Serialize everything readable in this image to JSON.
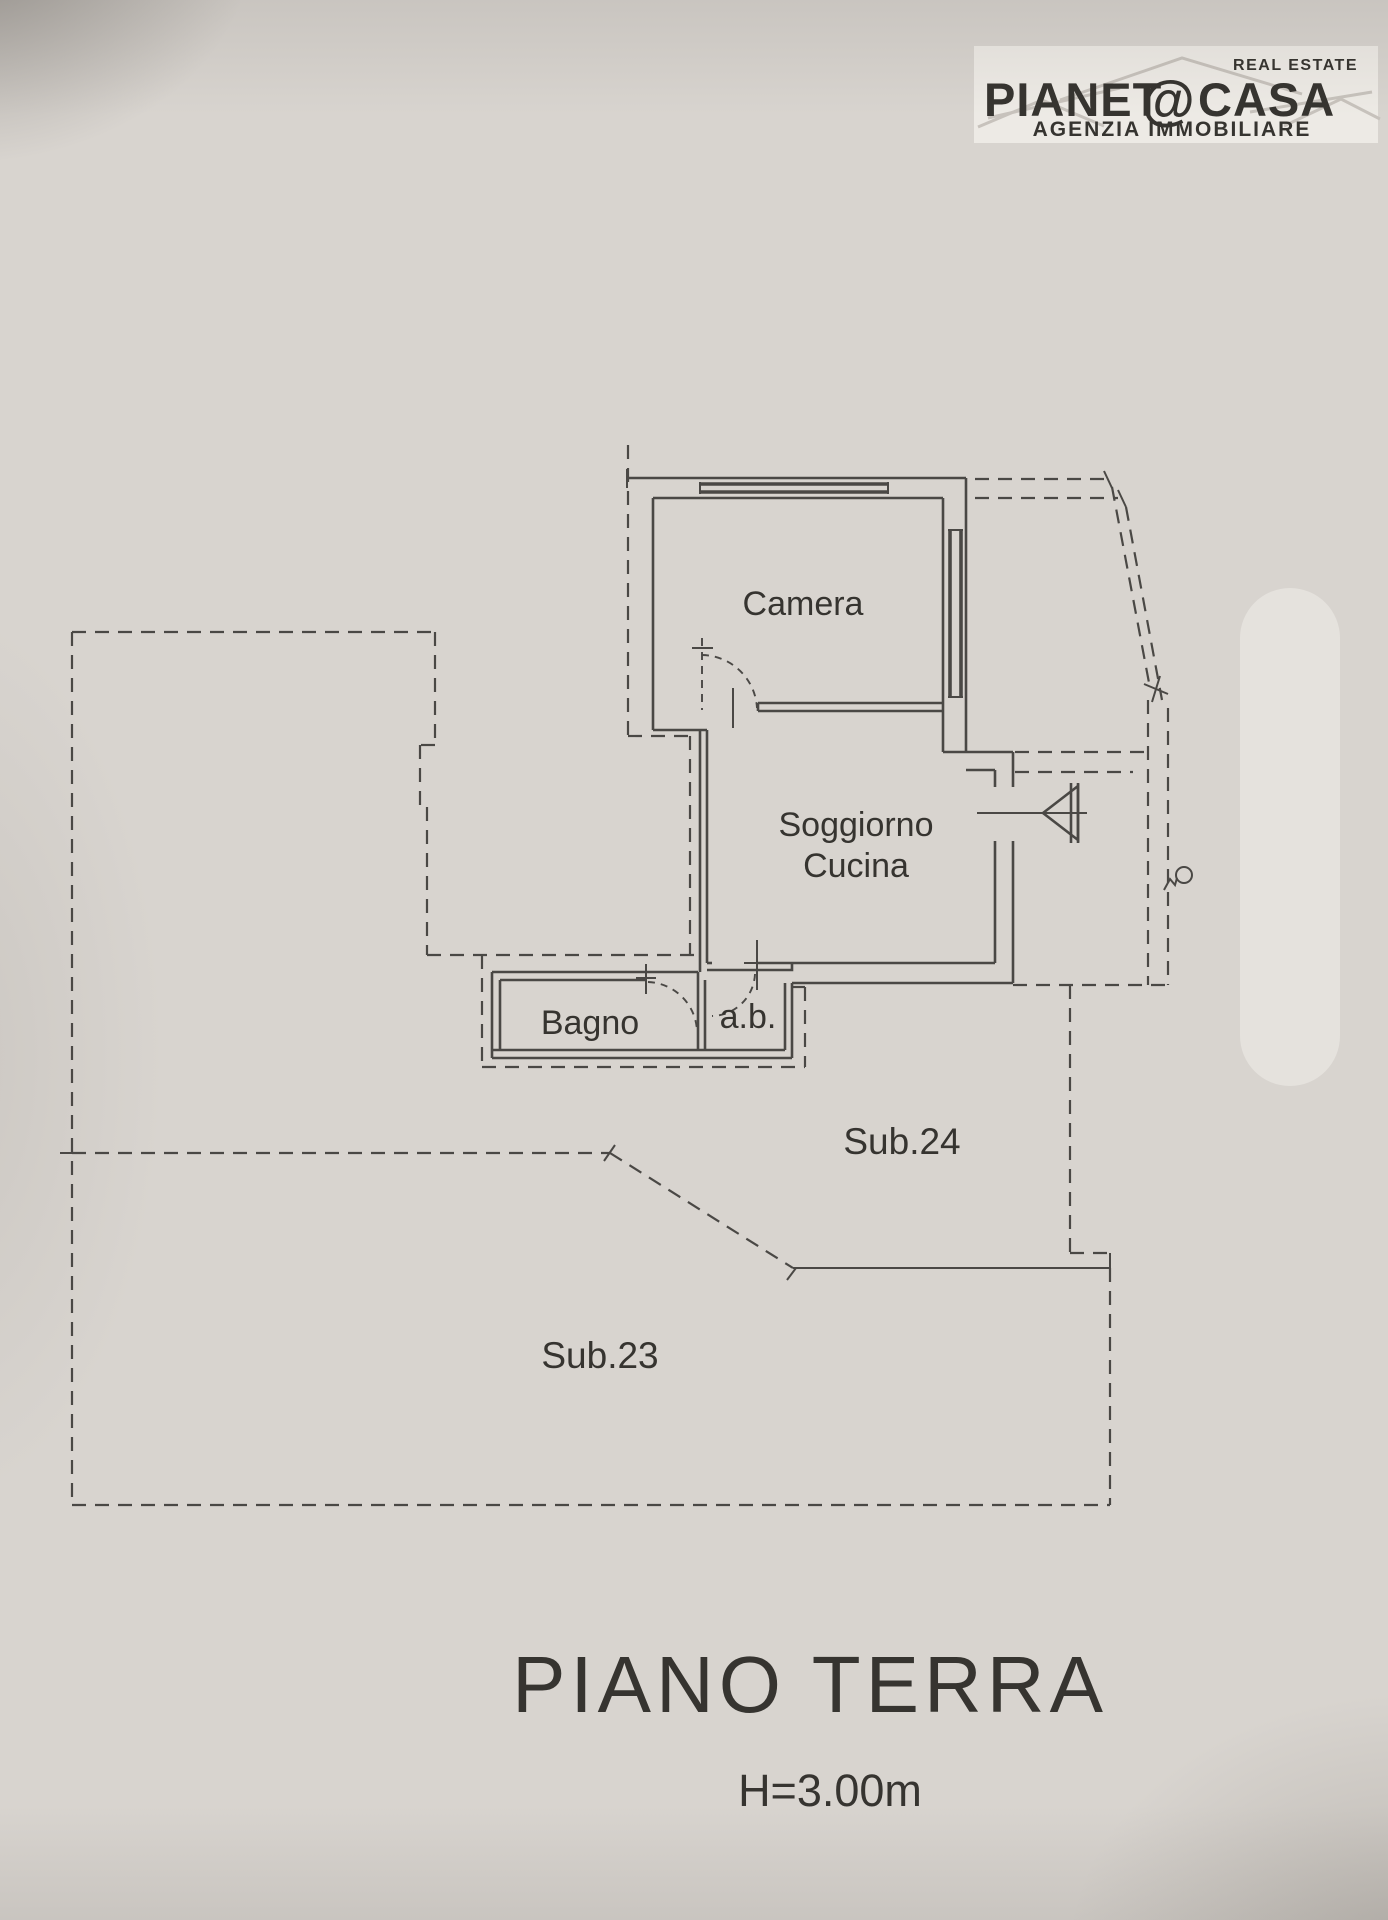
{
  "logo": {
    "brand_part1": "PIANET",
    "brand_at": "@",
    "brand_part2": "CASA",
    "badge": "REAL ESTATE",
    "tagline": "AGENZIA IMMOBILIARE",
    "brand_color": "#926359",
    "accent_color": "#e8824f",
    "badge_color": "#d8502e"
  },
  "plan": {
    "rooms": {
      "camera": "Camera",
      "soggiorno_line1": "Soggiorno",
      "soggiorno_line2": "Cucina",
      "bagno": "Bagno",
      "ab": "a.b."
    },
    "units": {
      "sub24": "Sub.24",
      "sub23": "Sub.23"
    },
    "title": "PIANO TERRA",
    "height_note": "H=3.00m",
    "line_color": "#4a4845",
    "paper_color": "#d8d4cf"
  }
}
